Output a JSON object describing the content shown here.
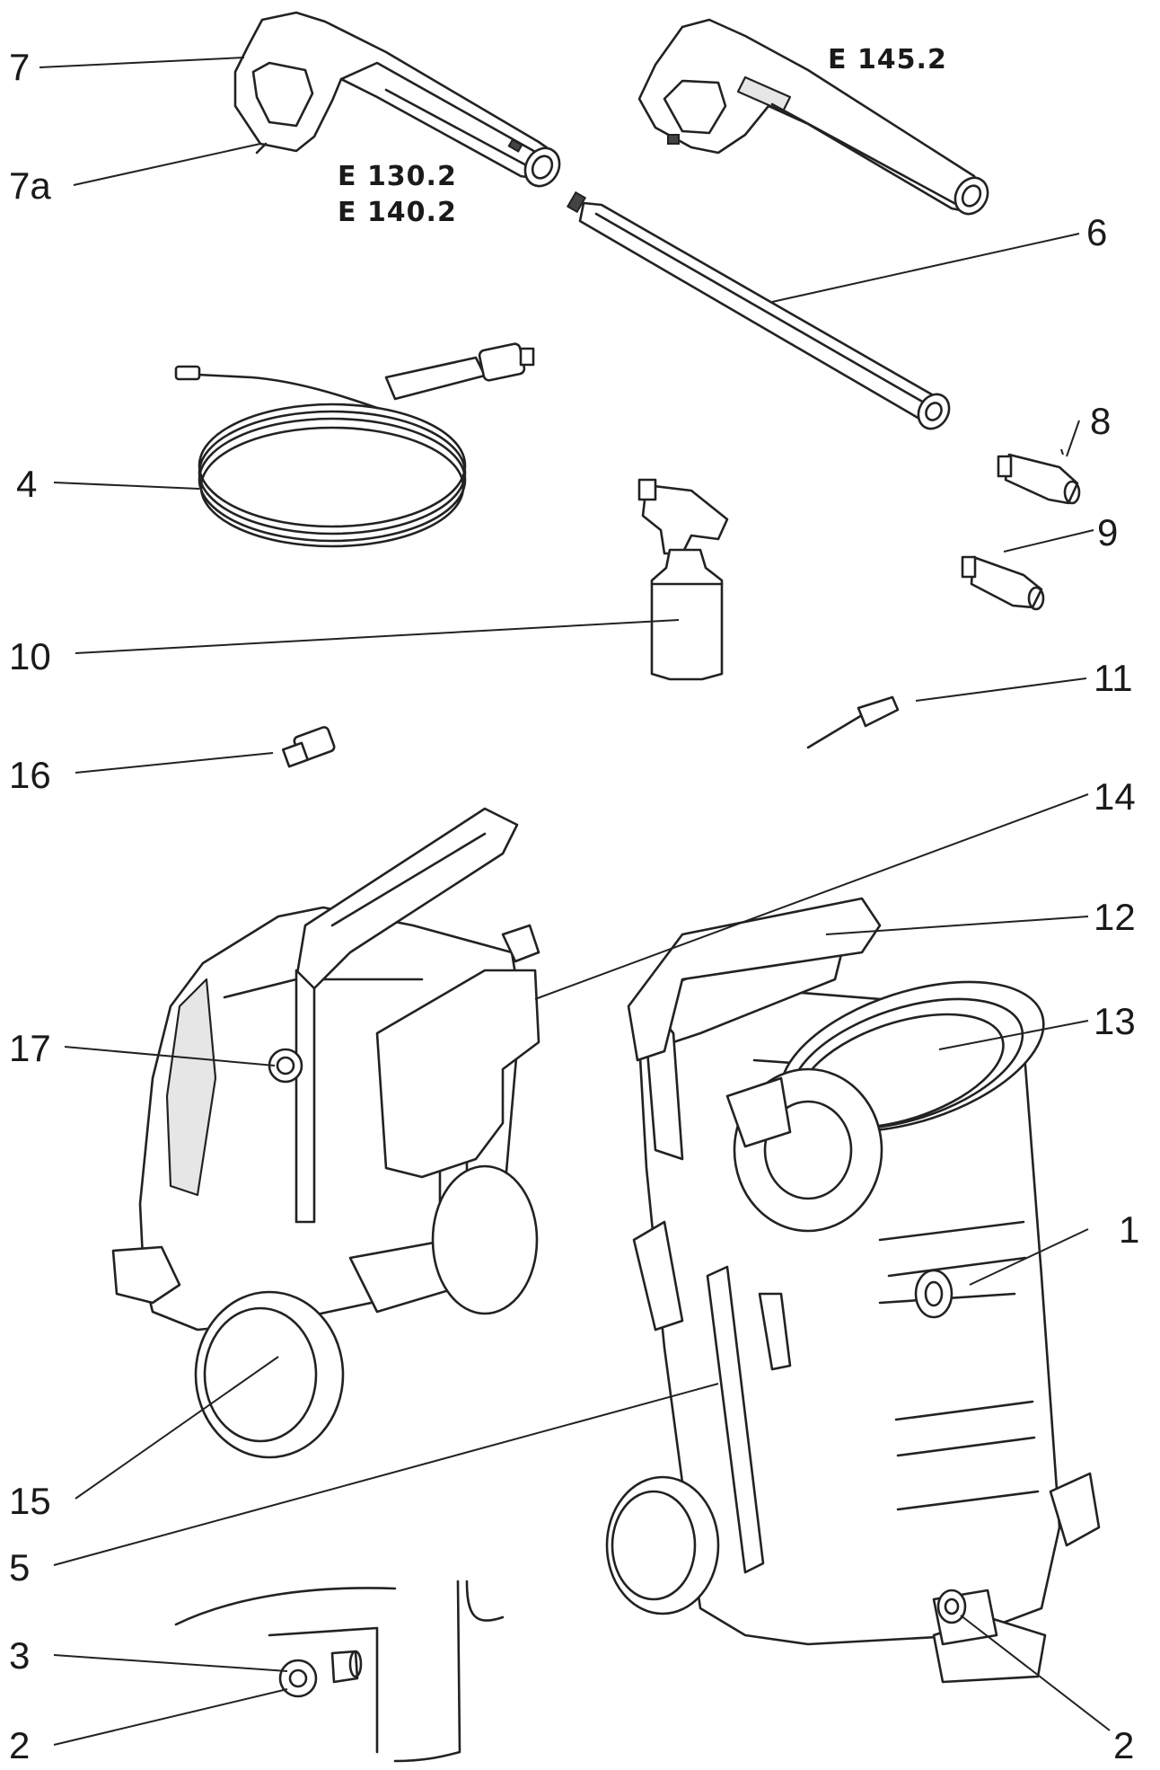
{
  "models": {
    "e130": "E 130.2",
    "e140": "E 140.2",
    "e145": "E 145.2"
  },
  "labels": {
    "l7": "7",
    "l7a": "7a",
    "l6": "6",
    "l4": "4",
    "l8": "8",
    "l9": "9",
    "l10": "10",
    "l11": "11",
    "l16": "16",
    "l14": "14",
    "l12": "12",
    "l17": "17",
    "l13": "13",
    "l1": "1",
    "l15": "15",
    "l5": "5",
    "l3": "3",
    "l2a": "2",
    "l2b": "2"
  }
}
